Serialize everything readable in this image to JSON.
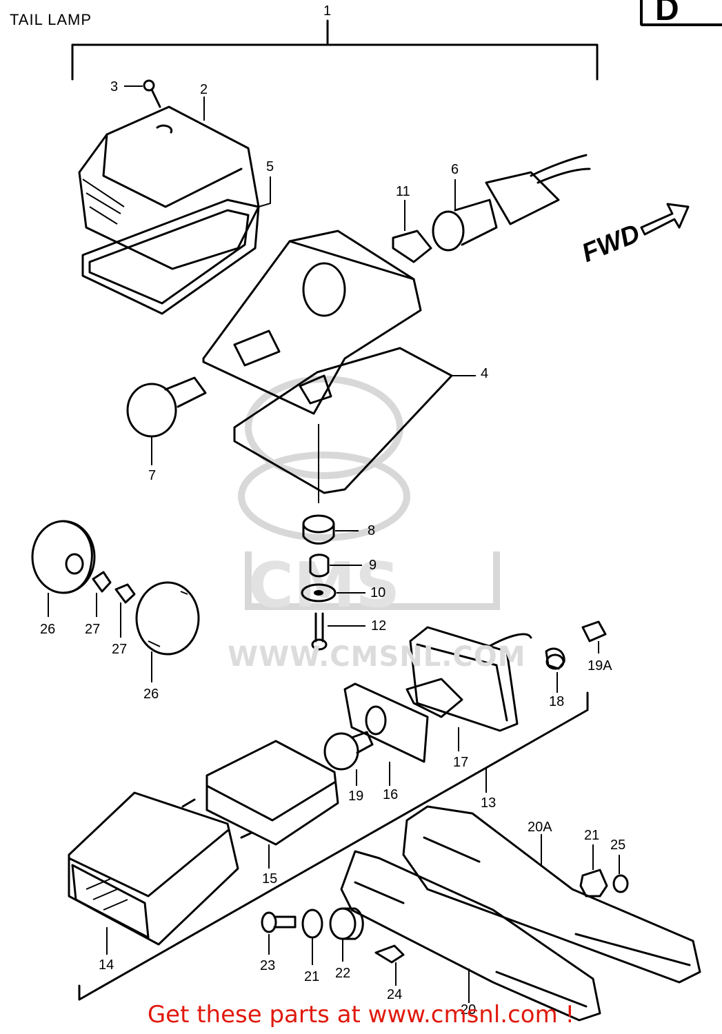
{
  "title": "TAIL LAMP",
  "corner_tag": "D",
  "direction_label": "FWD",
  "watermark": "WWW.CMSNL.COM",
  "footer": "Get these parts at www.cmsnl.com !",
  "labels": {
    "p1": "1",
    "p2": "2",
    "p3": "3",
    "p4": "4",
    "p5": "5",
    "p6": "6",
    "p7": "7",
    "p8": "8",
    "p9": "9",
    "p10": "10",
    "p11": "11",
    "p12": "12",
    "p13": "13",
    "p14": "14",
    "p15": "15",
    "p16": "16",
    "p17": "17",
    "p18": "18",
    "p19": "19",
    "p19a": "19A",
    "p20": "20",
    "p20a": "20A",
    "p21a": "21",
    "p21b": "21",
    "p22": "22",
    "p23": "23",
    "p24": "24",
    "p25": "25",
    "p26a": "26",
    "p26b": "26",
    "p27a": "27",
    "p27b": "27"
  },
  "colors": {
    "ink": "#000000",
    "footer": "#e0190c",
    "watermark": "#d8d8d8"
  }
}
